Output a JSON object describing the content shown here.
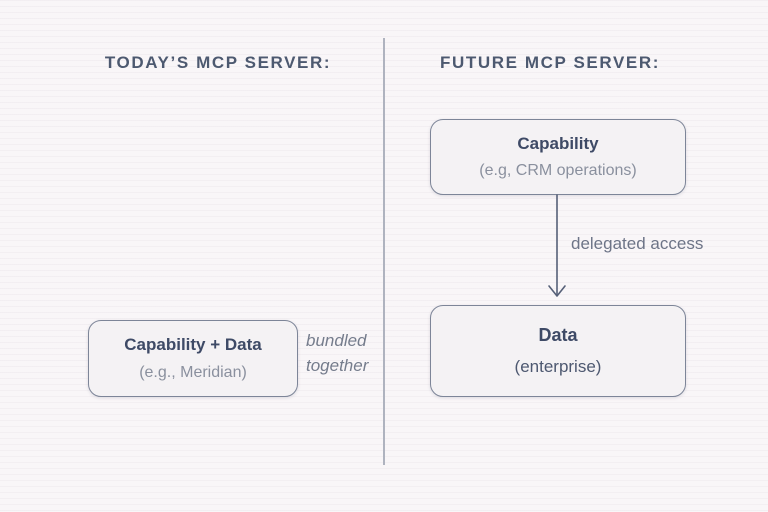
{
  "left_panel": {
    "heading": "TODAY’S MCP SERVER:",
    "box": {
      "title": "Capability + Data",
      "subtitle": "(e.g., Meridian)"
    },
    "annotation_line1": "bundled",
    "annotation_line2": "together"
  },
  "right_panel": {
    "heading": "FUTURE MCP SERVER:",
    "capability_box": {
      "title": "Capability",
      "subtitle": "(e.g, CRM operations)"
    },
    "arrow_label": "delegated access",
    "data_box": {
      "title": "Data",
      "subtitle": "(enterprise)"
    }
  },
  "colors": {
    "background": "#f9f6f8",
    "heading": "#4d5970",
    "divider": "#afb3bf",
    "box-fill": "#f4f2f4",
    "box-border": "#7d8598",
    "box-title": "#3e4a66",
    "box-subtitle-muted": "#8a909e",
    "box-subtitle-dark": "#4d5870",
    "annotation": "#757c8c",
    "arrow": "#566078",
    "arrow-label": "#6d7487"
  }
}
